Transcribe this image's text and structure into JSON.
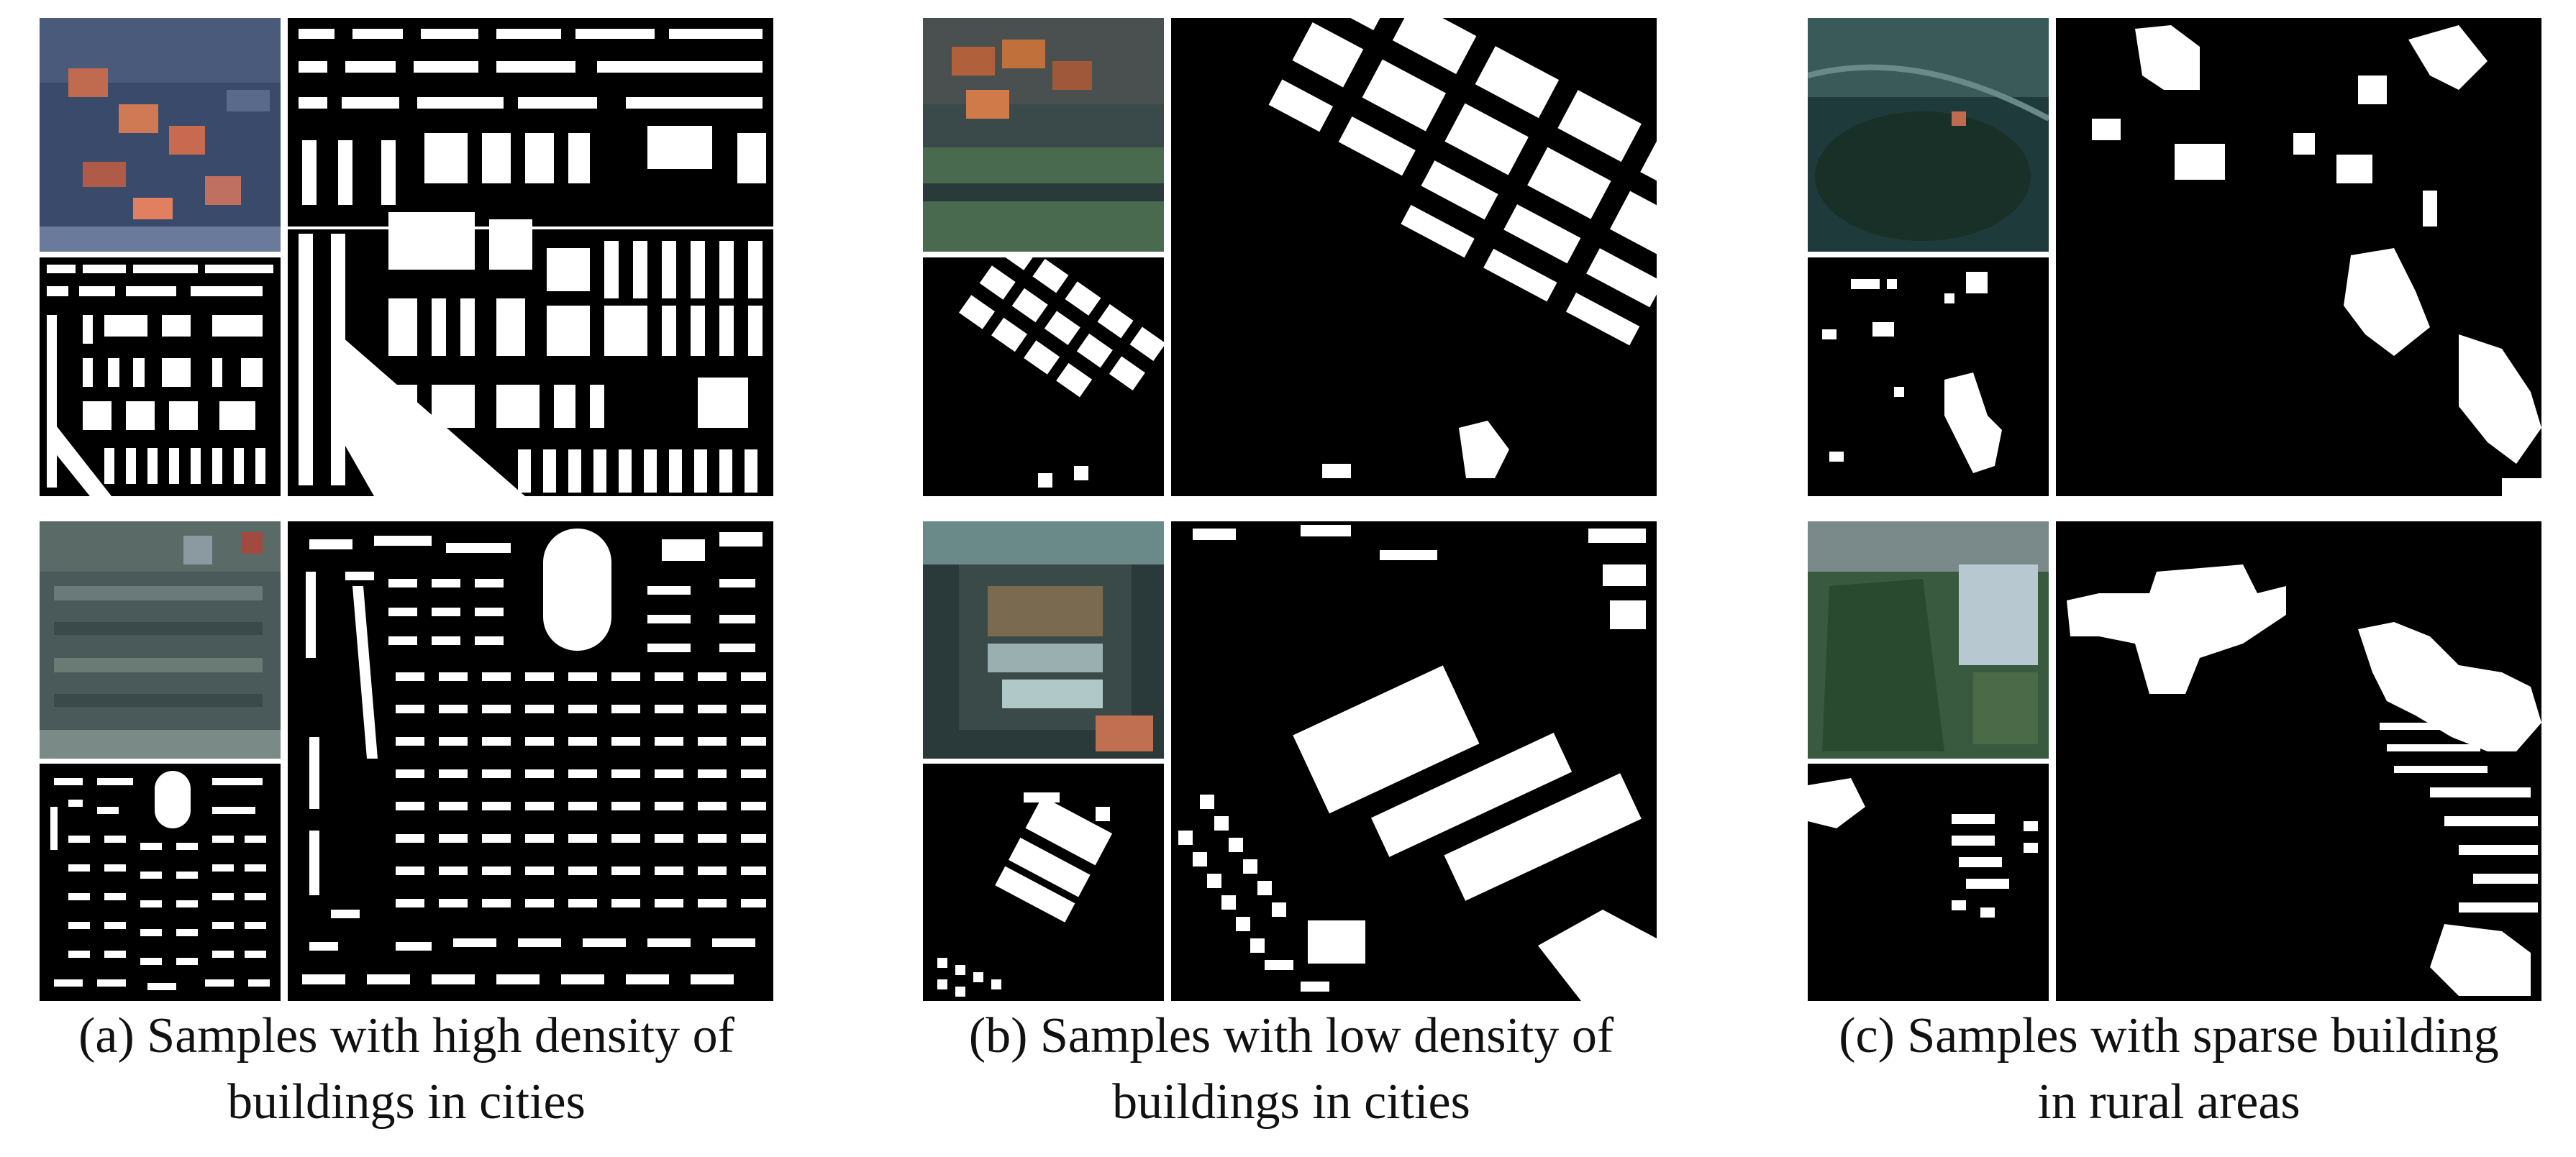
{
  "panels": [
    {
      "id": "a",
      "caption_line1": "(a) Samples with high density of",
      "caption_line2": "buildings in cities"
    },
    {
      "id": "b",
      "caption_line1": "(b) Samples with low density of",
      "caption_line2": "buildings in cities"
    },
    {
      "id": "c",
      "caption_line1": "(c) Samples with sparse building",
      "caption_line2": "in rural areas"
    }
  ]
}
